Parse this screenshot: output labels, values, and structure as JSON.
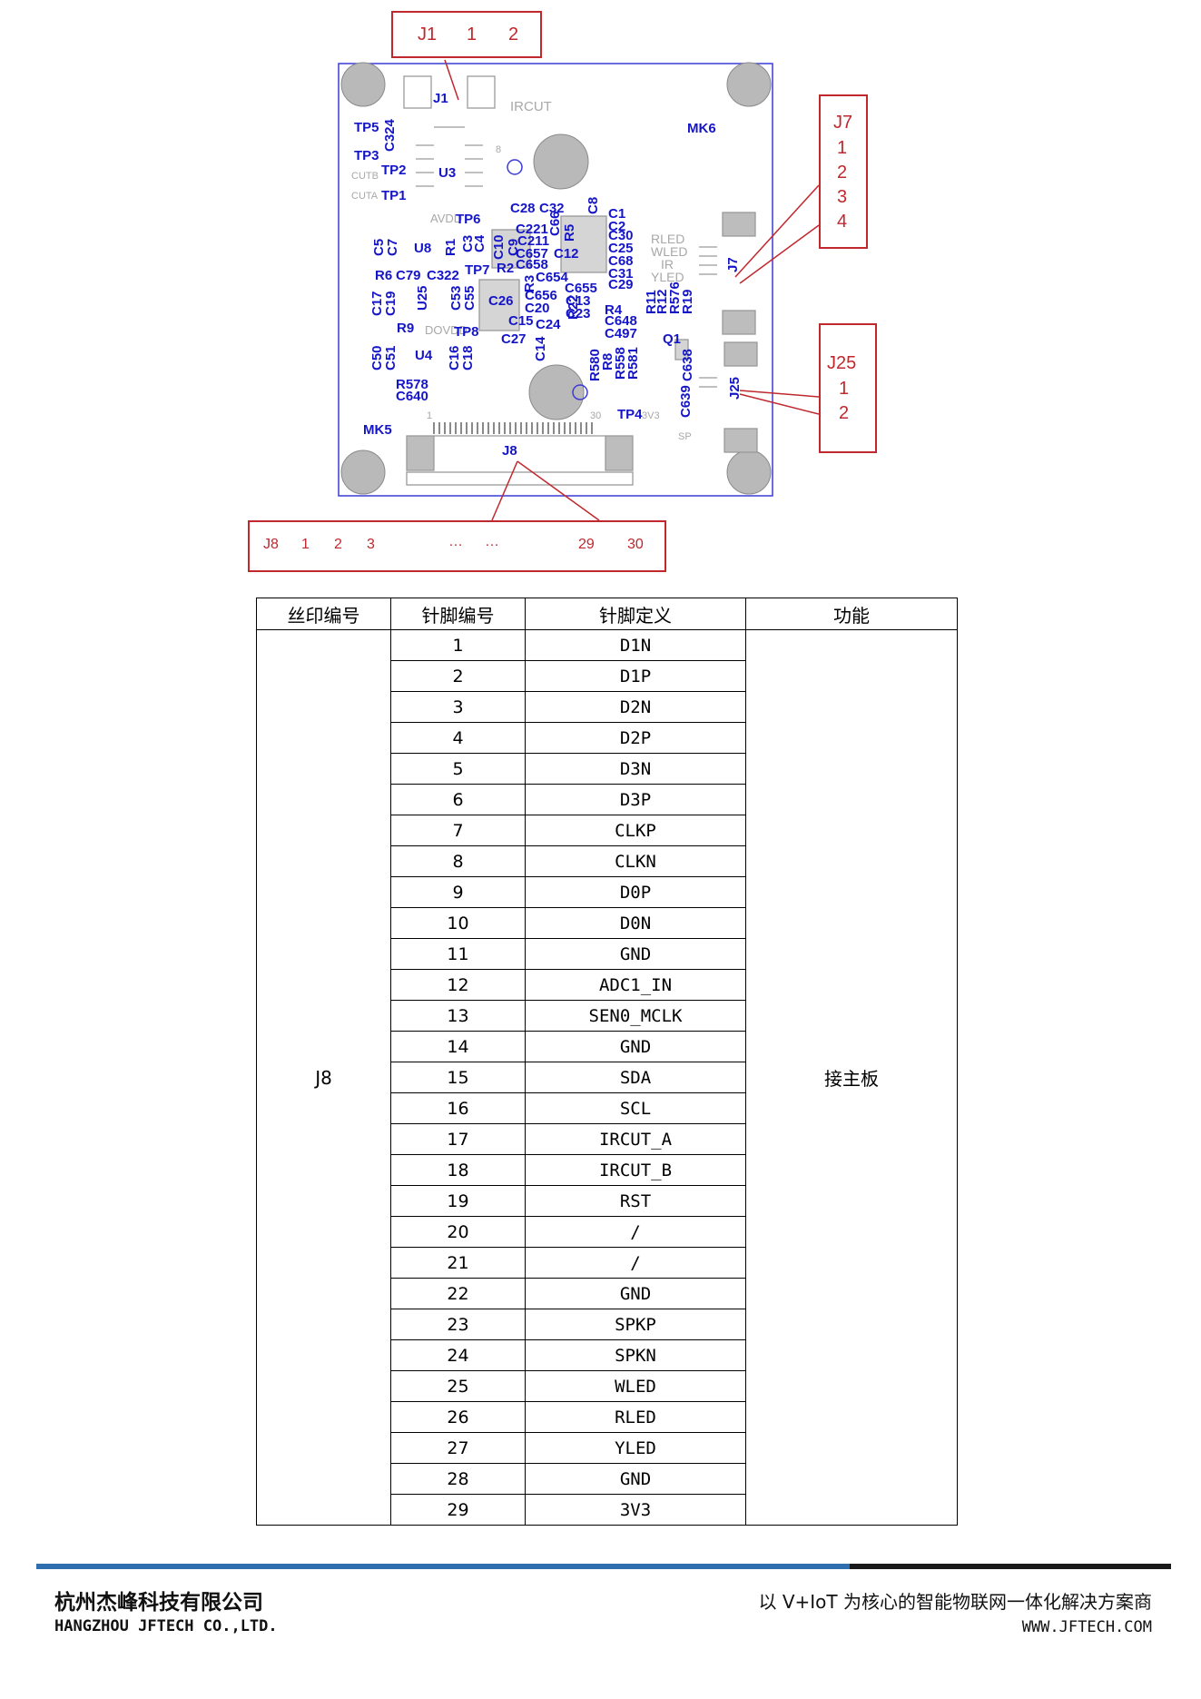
{
  "callouts": {
    "j1": {
      "name": "J1",
      "pins": [
        "1",
        "2"
      ]
    },
    "j7": {
      "name": "J7",
      "pins": [
        "1",
        "2",
        "3",
        "4"
      ]
    },
    "j25": {
      "name": "J25",
      "pins": [
        "1",
        "2"
      ]
    },
    "j8": {
      "name": "J8",
      "pins": [
        "1",
        "2",
        "3"
      ],
      "dots": [
        "…",
        "…"
      ],
      "tail": [
        "29",
        "30"
      ]
    }
  },
  "board": {
    "blue_labels": [
      "J1",
      "TP5",
      "C324",
      "TP3",
      "TP2",
      "TP1",
      "U3",
      "MK6",
      "C28",
      "C32",
      "C8",
      "C1",
      "C2",
      "C30",
      "C25",
      "C68",
      "C31",
      "C29",
      "TP6",
      "C5",
      "C7",
      "U8",
      "R1",
      "C3",
      "C4",
      "C10",
      "C9",
      "C221",
      "C211",
      "C66",
      "R5",
      "C657",
      "C12",
      "C658",
      "R2",
      "TP7",
      "R6",
      "C79",
      "C322",
      "R3",
      "C654",
      "C655",
      "C17",
      "C19",
      "U25",
      "C53",
      "C55",
      "C26",
      "C656",
      "C20",
      "C13",
      "C23",
      "C15",
      "C24",
      "R4",
      "C648",
      "C497",
      "R11",
      "R12",
      "R576",
      "R19",
      "R9",
      "TP8",
      "C27",
      "C14",
      "C50",
      "C51",
      "U4",
      "C16",
      "C18",
      "R580",
      "R8",
      "R558",
      "R581",
      "Q1",
      "C638",
      "J7",
      "J25",
      "R578",
      "C640",
      "C639",
      "TP4",
      "MK5",
      "J8",
      "R22"
    ],
    "gray_labels": [
      "IRCUT",
      "AVDD",
      "DOVDD",
      "RLED",
      "WLED",
      "IR",
      "YLED",
      "CUTB",
      "CUTA",
      "30",
      "1",
      "8",
      "3V3",
      "SP"
    ]
  },
  "table": {
    "headers": [
      "丝印编号",
      "针脚编号",
      "针脚定义",
      "功能"
    ],
    "silkscreen": "J8",
    "function": "接主板",
    "rows": [
      {
        "pin": "1",
        "def": "D1N"
      },
      {
        "pin": "2",
        "def": "D1P"
      },
      {
        "pin": "3",
        "def": "D2N"
      },
      {
        "pin": "4",
        "def": "D2P"
      },
      {
        "pin": "5",
        "def": "D3N"
      },
      {
        "pin": "6",
        "def": "D3P"
      },
      {
        "pin": "7",
        "def": "CLKP"
      },
      {
        "pin": "8",
        "def": "CLKN"
      },
      {
        "pin": "9",
        "def": "D0P"
      },
      {
        "pin": "10",
        "def": "D0N"
      },
      {
        "pin": "11",
        "def": "GND"
      },
      {
        "pin": "12",
        "def": "ADC1_IN"
      },
      {
        "pin": "13",
        "def": "SEN0_MCLK"
      },
      {
        "pin": "14",
        "def": "GND"
      },
      {
        "pin": "15",
        "def": "SDA"
      },
      {
        "pin": "16",
        "def": "SCL"
      },
      {
        "pin": "17",
        "def": "IRCUT_A"
      },
      {
        "pin": "18",
        "def": "IRCUT_B"
      },
      {
        "pin": "19",
        "def": "RST"
      },
      {
        "pin": "20",
        "def": "/"
      },
      {
        "pin": "21",
        "def": "/"
      },
      {
        "pin": "22",
        "def": "GND"
      },
      {
        "pin": "23",
        "def": "SPKP"
      },
      {
        "pin": "24",
        "def": "SPKN"
      },
      {
        "pin": "25",
        "def": "WLED"
      },
      {
        "pin": "26",
        "def": "RLED"
      },
      {
        "pin": "27",
        "def": "YLED"
      },
      {
        "pin": "28",
        "def": "GND"
      },
      {
        "pin": "29",
        "def": "3V3"
      }
    ]
  },
  "footer": {
    "company_cn": "杭州杰峰科技有限公司",
    "company_en": "HANGZHOU JFTECH CO.,LTD.",
    "slogan": "以 V+IoT 为核心的智能物联网一体化解决方案商",
    "website": "WWW.JFTECH.COM"
  }
}
